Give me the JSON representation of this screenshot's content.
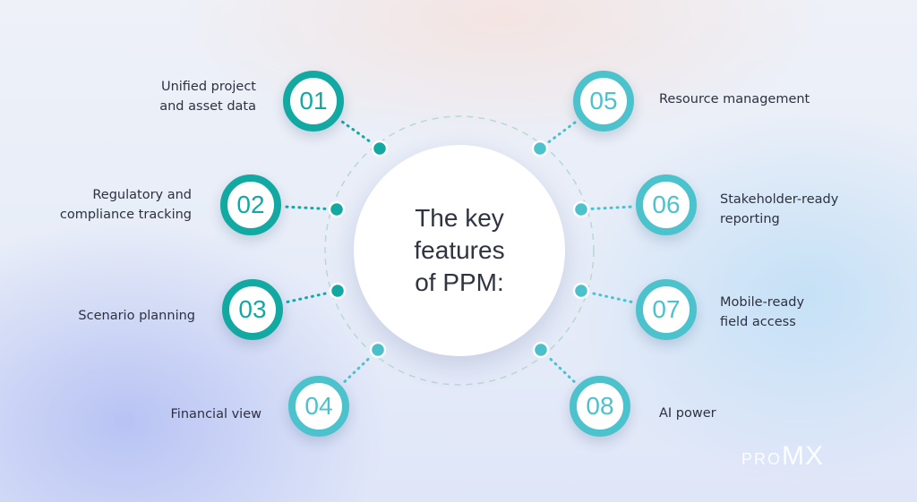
{
  "center": {
    "title": "The key\nfeatures\nof PPM:"
  },
  "colors": {
    "dark_teal": "#12a9a3",
    "light_teal": "#4cc2cc",
    "dot": "#2bb0ae",
    "ring": "#b9d8d2"
  },
  "features": [
    {
      "number": "01",
      "label": "Unified project\nand asset data",
      "side": "left"
    },
    {
      "number": "02",
      "label": "Regulatory and\ncompliance tracking",
      "side": "left"
    },
    {
      "number": "03",
      "label": "Scenario planning",
      "side": "left"
    },
    {
      "number": "04",
      "label": "Financial view",
      "side": "left"
    },
    {
      "number": "05",
      "label": "Resource management",
      "side": "right"
    },
    {
      "number": "06",
      "label": "Stakeholder-ready\nreporting",
      "side": "right"
    },
    {
      "number": "07",
      "label": "Mobile-ready\nfield access",
      "side": "right"
    },
    {
      "number": "08",
      "label": "AI power",
      "side": "right"
    }
  ],
  "logo": {
    "text_small": "PRO",
    "text_large": "MX"
  }
}
